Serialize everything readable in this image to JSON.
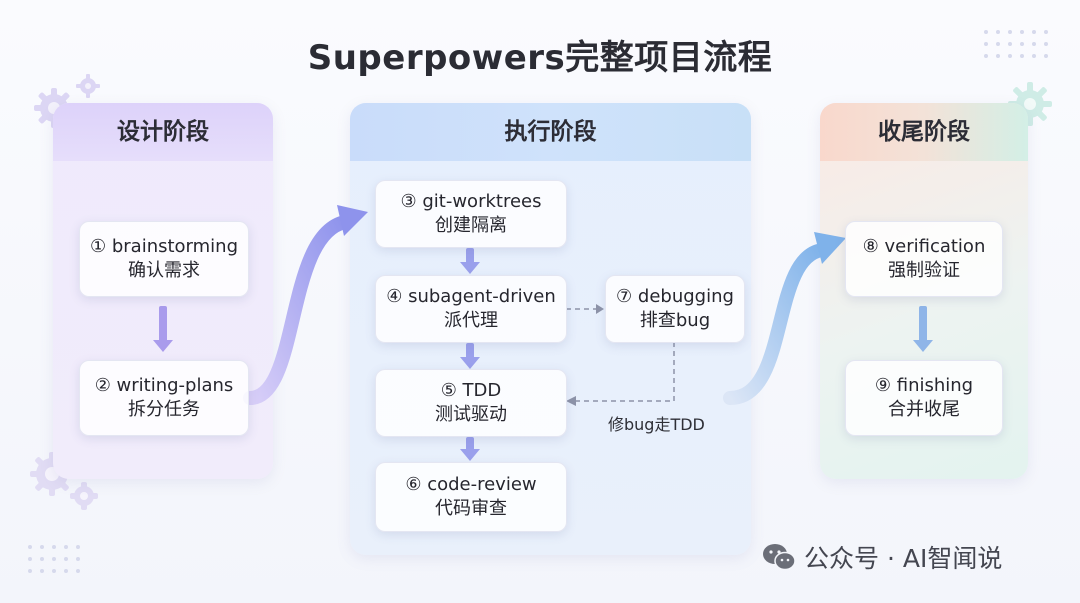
{
  "title": "Superpowers完整项目流程",
  "stages": [
    {
      "name": "设计阶段"
    },
    {
      "name": "执行阶段"
    },
    {
      "name": "收尾阶段"
    }
  ],
  "steps": [
    {
      "label": "① brainstorming",
      "desc": "确认需求"
    },
    {
      "label": "② writing-plans",
      "desc": "拆分任务"
    },
    {
      "label": "③ git-worktrees",
      "desc": "创建隔离"
    },
    {
      "label": "④ subagent-driven",
      "desc": "派代理"
    },
    {
      "label": "⑤ TDD",
      "desc": "测试驱动"
    },
    {
      "label": "⑥ code-review",
      "desc": "代码审查"
    },
    {
      "label": "⑦ debugging",
      "desc": "排查bug"
    },
    {
      "label": "⑧ verification",
      "desc": "强制验证"
    },
    {
      "label": "⑨ finishing",
      "desc": "合并收尾"
    }
  ],
  "loop_label": "修bug走TDD",
  "watermark": "公众号 · AI智闻说",
  "colors": {
    "design_accent": "#a99bec",
    "exec_accent": "#9aa0ec",
    "final_accent": "#8fb5e8",
    "dashed_line": "#8d93a8"
  }
}
